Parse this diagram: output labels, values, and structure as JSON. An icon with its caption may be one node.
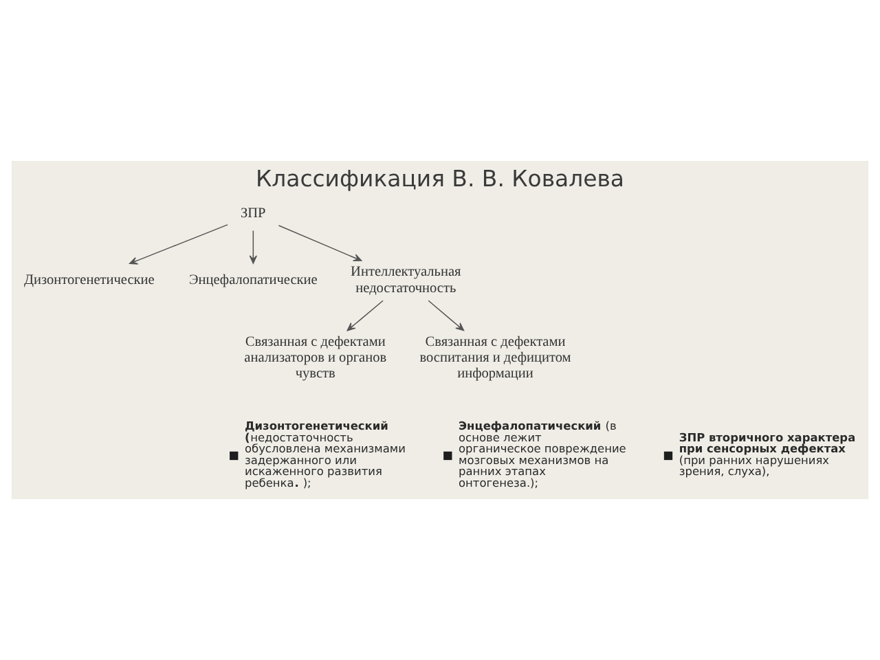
{
  "diagram": {
    "title": "Классификация В. В. Ковалева",
    "nodes": [
      {
        "text": [
          "ЗПР"
        ]
      },
      {
        "text": [
          "Дизонтогенетические"
        ]
      },
      {
        "text": [
          "Энцефалопатические"
        ]
      },
      {
        "text": [
          "Интеллектуальная недостаточность"
        ]
      },
      {
        "text": [
          "Связанная с дефектами анализаторов и органов чувств"
        ]
      },
      {
        "text": [
          "Связанная с дефектами воспитания и дефицитом информации"
        ]
      }
    ],
    "edges": [
      {
        "from": 0,
        "to": 1,
        "arrow": "to"
      },
      {
        "from": 0,
        "to": 2,
        "arrow": "to"
      },
      {
        "from": 0,
        "to": 3,
        "arrow": "to"
      },
      {
        "from": 3,
        "to": 4,
        "arrow": "to"
      },
      {
        "from": 3,
        "to": 5,
        "arrow": "to"
      }
    ],
    "labels": [
      "**Дизонтогенетический (**недостаточность обусловлена механизмами задержанного или искаженного развития ребенка**.** );",
      "**Энцефалопатический** (в основе лежит органическое повреждение мозговых механизмов на ранних этапах онтогенеза.);",
      "**ЗПР вторичного характера при сенсорных дефектах** (при ранних нарушениях зрения, слуха),"
    ]
  }
}
